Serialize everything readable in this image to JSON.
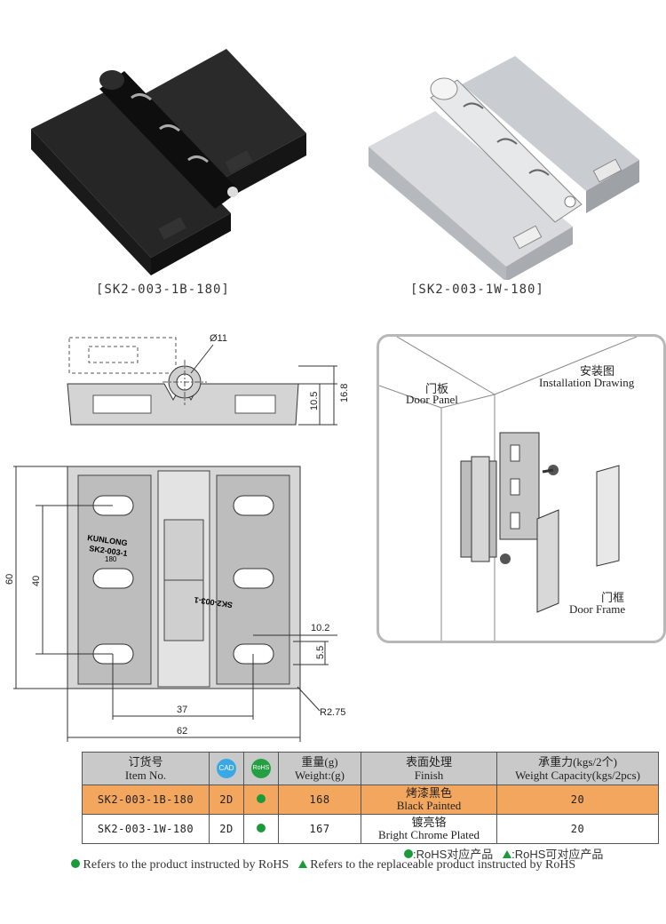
{
  "products": [
    {
      "caption": "[SK2-003-1B-180]",
      "color": "#1c1c1c"
    },
    {
      "caption": "[SK2-003-1W-180]",
      "color": "#cfd2d6"
    }
  ],
  "drawing": {
    "dims": {
      "dia": "Ø11",
      "h105": "10.5",
      "h168": "16.8",
      "h60": "60",
      "h40": "40",
      "w102": "10.2",
      "h55": "5.5",
      "w37": "37",
      "r275": "R2.75",
      "w62": "62"
    },
    "engraving": [
      "KUNLONG",
      "SK2-003-1",
      "180"
    ]
  },
  "installation": {
    "title_cn": "安装图",
    "title_en": "Installation Drawing",
    "door_panel_cn": "门板",
    "door_panel_en": "Door Panel",
    "door_frame_cn": "门框",
    "door_frame_en": "Door Frame"
  },
  "table": {
    "headers": {
      "item_cn": "订货号",
      "item_en": "Item No.",
      "cad": "CAD",
      "rohs": "RoHS",
      "weight_cn": "重量(g)",
      "weight_en": "Weight:(g)",
      "finish_cn": "表面处理",
      "finish_en": "Finish",
      "capacity_cn": "承重力(kgs/2个)",
      "capacity_en": "Weight Capacity(kgs/2pcs)"
    },
    "rows": [
      {
        "item": "SK2-003-1B-180",
        "cad": "2D",
        "weight": "168",
        "finish_cn": "烤漆黑色",
        "finish_en": "Black Painted",
        "capacity": "20"
      },
      {
        "item": "SK2-003-1W-180",
        "cad": "2D",
        "weight": "167",
        "finish_cn": "镀亮铬",
        "finish_en": "Bright Chrome Plated",
        "capacity": "20"
      }
    ],
    "highlight_color": "#f2a65e"
  },
  "legend": {
    "cn_dot": ":RoHS对应产品",
    "cn_tri": ":RoHS可对应产品",
    "en_dot": "Refers to the product instructed by RoHS",
    "en_tri": "Refers to the replaceable product instructed by RoHS",
    "mark_color": "#1a9a3a"
  }
}
